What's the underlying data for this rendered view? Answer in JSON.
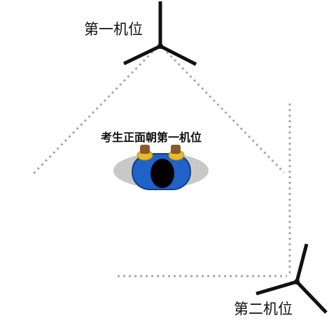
{
  "labels": {
    "camera_one": "第一机位",
    "camera_two": "第二机位",
    "examinee_note": "考生正面朝第一机位"
  },
  "colors": {
    "background": "#ffffff",
    "camera_stroke": "#111111",
    "dotted_line": "#a8a8a8",
    "shadow_ellipse": "#c8c8c8",
    "body": "#1f63c9",
    "body_outline": "#123e86",
    "hair": "#000000",
    "shoulder": "#e9b92b",
    "hand": "#8a5a2b"
  },
  "icons": {
    "camera_one": "tripod-camera-icon",
    "camera_two": "tripod-camera-icon",
    "examinee": "person-top-view-icon"
  }
}
